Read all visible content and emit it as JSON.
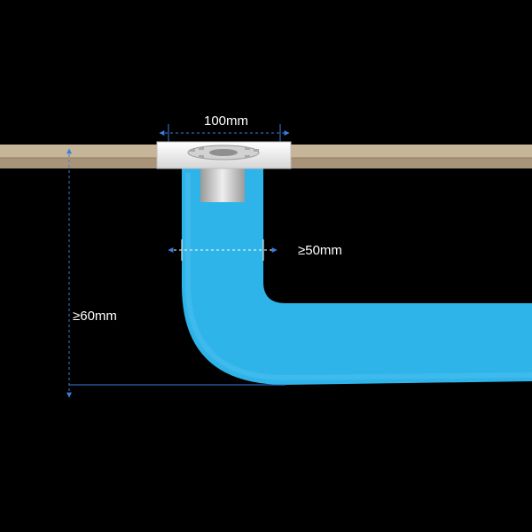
{
  "dimensions": {
    "drain_width_label": "100mm",
    "pipe_diameter_label": "≥50mm",
    "depth_label": "≥60mm"
  },
  "colors": {
    "background": "#000000",
    "floor_slab": "#c7b59a",
    "floor_edge": "#a89478",
    "pipe": "#2fb4ea",
    "pipe_shade": "#23a2d8",
    "drain_cover": "#f2f2f2",
    "dimension_line": "#3a7ee0"
  }
}
